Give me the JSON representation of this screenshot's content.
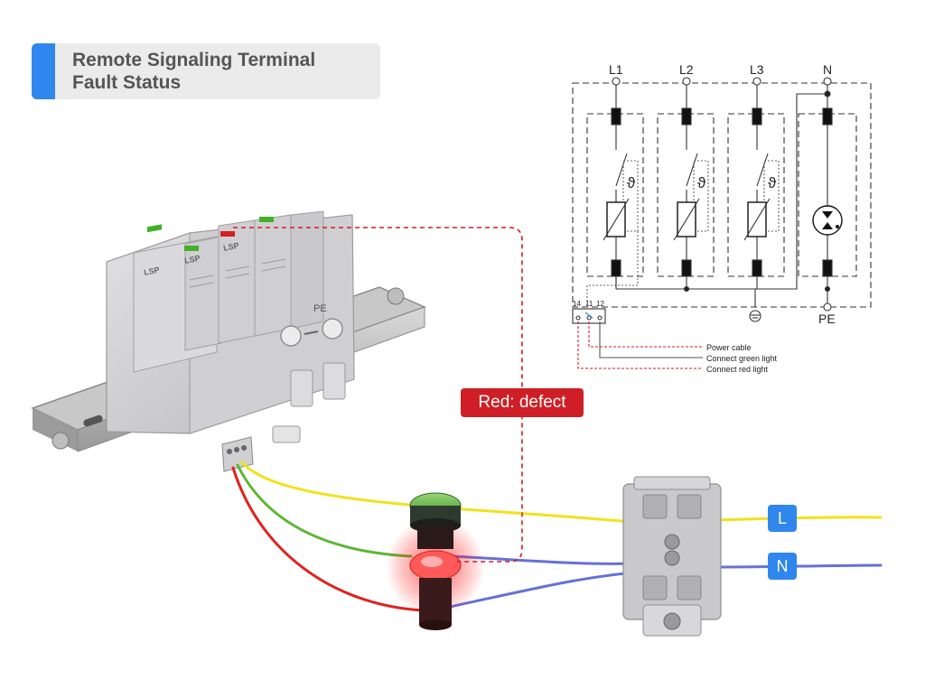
{
  "title": "Remote Signaling Terminal\nFault Status",
  "callout": "Red: defect",
  "wire_tags": {
    "l": "L",
    "n": "N"
  },
  "device": {
    "brand": "LSP",
    "pe_label": "PE"
  },
  "schematic": {
    "terminals": [
      "L1",
      "L2",
      "L3",
      "N"
    ],
    "pe_label": "PE",
    "theta": "ϑ",
    "contacts": [
      "14",
      "11",
      "12"
    ],
    "legend": [
      "Power cable",
      "Connect green light",
      "Connect red light"
    ]
  },
  "colors": {
    "accent_blue": "#2f86ec",
    "defect_red": "#cf1e25",
    "wire_yellow": "#f2e21a",
    "wire_green": "#5cb832",
    "wire_red": "#e0231f",
    "wire_blue": "#6471d8"
  }
}
